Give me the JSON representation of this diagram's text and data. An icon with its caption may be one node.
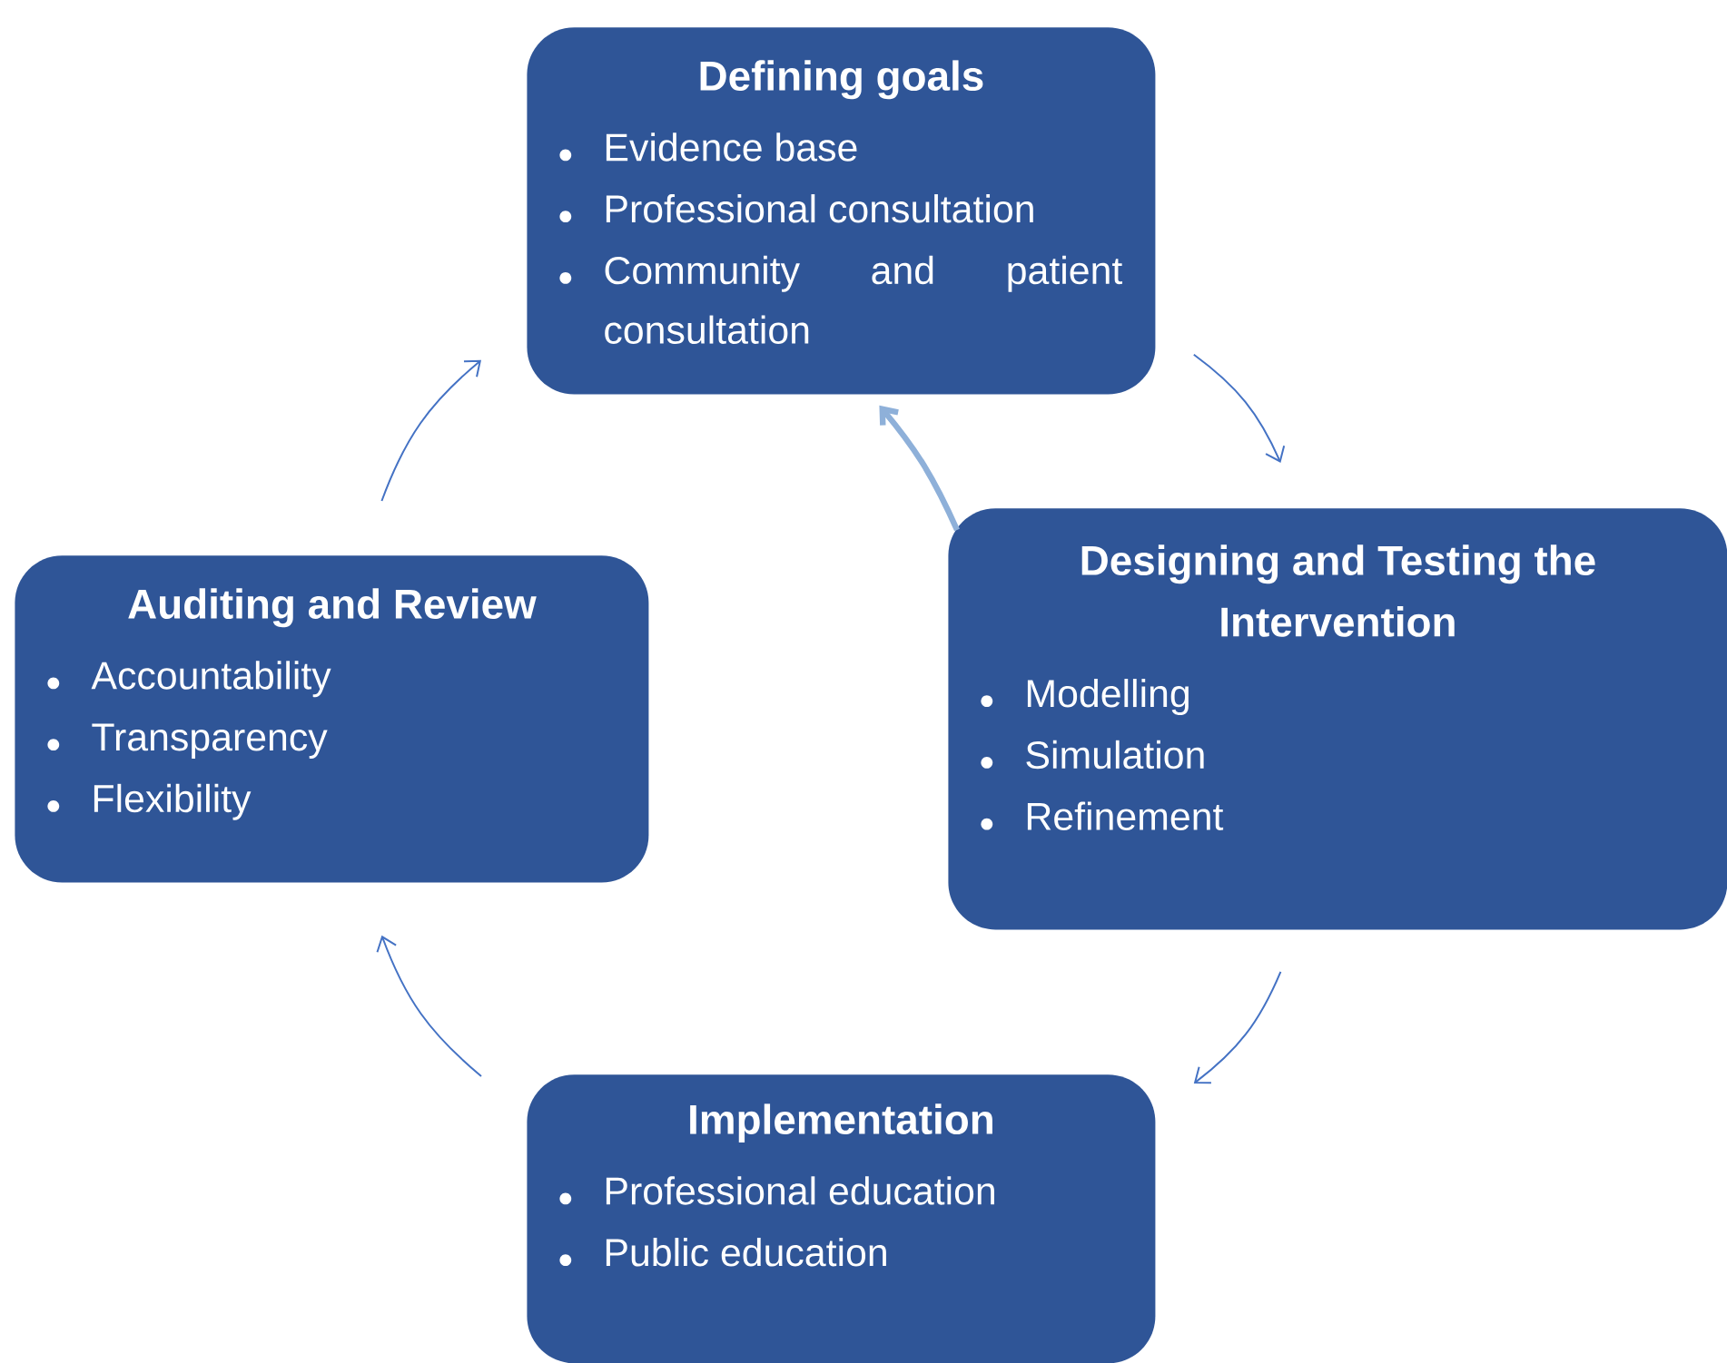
{
  "diagram": {
    "nodes": [
      {
        "text": [
          "Defining goals",
          "Evidence base",
          "Professional consultation",
          "Community and patient consultation"
        ]
      },
      {
        "text": [
          "Designing and Testing the Intervention",
          "Modelling",
          "Simulation",
          "Refinement"
        ]
      },
      {
        "text": [
          "Implementation",
          "Professional education",
          "Public education"
        ]
      },
      {
        "text": [
          "Auditing and Review",
          "Accountability",
          "Transparency",
          "Flexibility"
        ]
      }
    ],
    "edges": [
      {
        "from": 0,
        "to": 1,
        "arrow": "to"
      },
      {
        "from": 1,
        "to": 0,
        "arrow": "to",
        "style": "thick",
        "color": "#8eb0d9"
      },
      {
        "from": 1,
        "to": 2,
        "arrow": "to"
      },
      {
        "from": 2,
        "to": 3,
        "arrow": "to"
      },
      {
        "from": 3,
        "to": 0,
        "arrow": "to"
      }
    ]
  }
}
